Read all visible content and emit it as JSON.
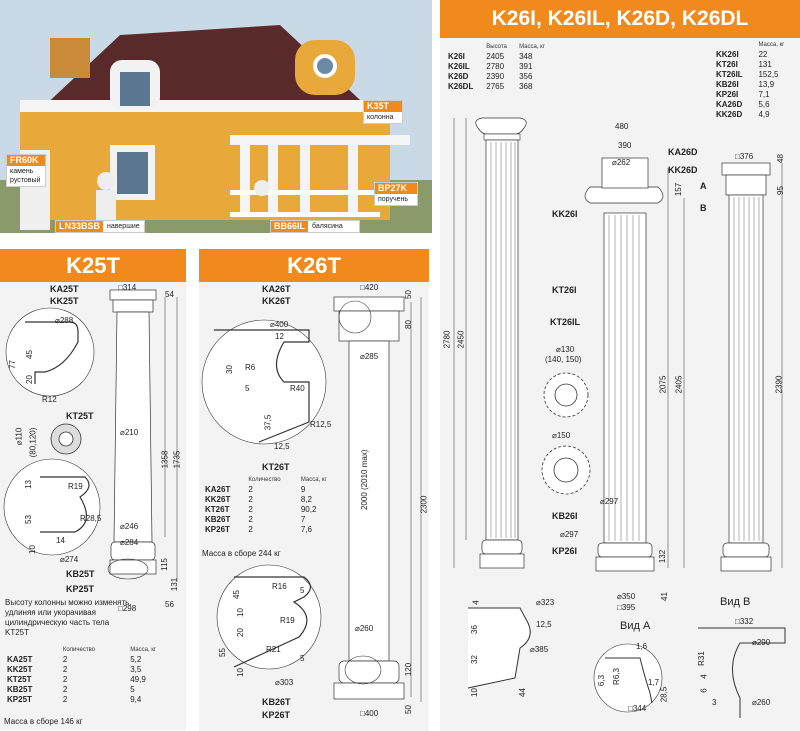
{
  "photo": {
    "labels": [
      {
        "code": "FR60K",
        "desc": "камень рустовый"
      },
      {
        "code": "K35T",
        "desc": "колонна"
      },
      {
        "code": "BP27K",
        "desc": "поручень"
      },
      {
        "code": "LN33BSB",
        "desc": "навершие"
      },
      {
        "code": "BB66IL",
        "desc": "балясина"
      }
    ]
  },
  "k25t": {
    "title": "K25T",
    "parts": [
      "KA25T",
      "KK25T",
      "KT25T",
      "KB25T",
      "KP25T"
    ],
    "dims": [
      "□314",
      "54",
      "⌀288",
      "45",
      "77",
      "20",
      "R12",
      "⌀210",
      "⌀110",
      "(80,120)",
      "1358",
      "1735",
      "R19",
      "R28,5",
      "53",
      "13",
      "10",
      "14",
      "⌀274",
      "⌀246",
      "⌀284",
      "131",
      "115",
      "□298",
      "56"
    ],
    "note": "Высоту колонны можно изменять, удлиняя или укорачивая цилиндрическую часть тела KT25T",
    "table": {
      "headers": [
        "",
        "Количество",
        "Масса, кг"
      ],
      "rows": [
        [
          "KA25T",
          "2",
          "5,2"
        ],
        [
          "KK25T",
          "2",
          "3,5"
        ],
        [
          "KT25T",
          "2",
          "49,9"
        ],
        [
          "KB25T",
          "2",
          "5"
        ],
        [
          "KP25T",
          "2",
          "9,4"
        ]
      ]
    },
    "total": "Масса в сборе 146 кг"
  },
  "k26t": {
    "title": "K26T",
    "parts": [
      "KA26T",
      "KK26T",
      "KT26T",
      "KB26T",
      "KP26T"
    ],
    "dims": [
      "□420",
      "50",
      "80",
      "⌀400",
      "12",
      "R6",
      "30",
      "5",
      "R40",
      "37,5",
      "R12,5",
      "12,5",
      "⌀285",
      "2000 (2010 max)",
      "2300",
      "⌀260",
      "⌀303",
      "R16",
      "5",
      "45",
      "10",
      "R19",
      "20",
      "55",
      "R21",
      "10",
      "5",
      "□400",
      "120",
      "50"
    ],
    "table": {
      "headers": [
        "",
        "Количество",
        "Масса, кг"
      ],
      "rows": [
        [
          "KA26T",
          "2",
          "9"
        ],
        [
          "KK26T",
          "2",
          "8,2"
        ],
        [
          "KT26T",
          "2",
          "90,2"
        ],
        [
          "KB26T",
          "2",
          "7"
        ],
        [
          "KP26T",
          "2",
          "7,6"
        ]
      ]
    },
    "total": "Масса в сборе 244 кг"
  },
  "k26i": {
    "title": "K26I, K26IL, K26D, K26DL",
    "table1": {
      "headers": [
        "",
        "Высота",
        "Масса, кг"
      ],
      "rows": [
        [
          "K26I",
          "2405",
          "348"
        ],
        [
          "K26IL",
          "2780",
          "391"
        ],
        [
          "K26D",
          "2390",
          "356"
        ],
        [
          "K26DL",
          "2765",
          "368"
        ]
      ]
    },
    "table2": {
      "headers": [
        "",
        "Масса, кг"
      ],
      "rows": [
        [
          "KK26I",
          "22"
        ],
        [
          "KT26I",
          "131"
        ],
        [
          "KT26IL",
          "152,5"
        ],
        [
          "KB26I",
          "13,9"
        ],
        [
          "KP26I",
          "7,1"
        ],
        [
          "KA26D",
          "5,6"
        ],
        [
          "KK26D",
          "4,9"
        ]
      ]
    },
    "labels": [
      "KK26I",
      "KT26I",
      "KT26IL",
      "KB26I",
      "KP26I",
      "KA26D",
      "KK26D",
      "A",
      "B",
      "Вид А",
      "Вид В"
    ],
    "dims": [
      "480",
      "390",
      "⌀262",
      "157",
      "□376",
      "48",
      "95",
      "2780",
      "2450",
      "2075",
      "2405",
      "2390",
      "⌀130",
      "(140, 150)",
      "⌀150",
      "⌀297",
      "⌀297",
      "⌀350",
      "□395",
      "132",
      "41",
      "⌀323",
      "12,5",
      "36",
      "⌀385",
      "32",
      "44",
      "10",
      "4",
      "1,6",
      "6,3",
      "R6,3",
      "1,7",
      "28,5",
      "□344",
      "□332",
      "⌀290",
      "R31",
      "4",
      "6",
      "3",
      "⌀260"
    ]
  }
}
